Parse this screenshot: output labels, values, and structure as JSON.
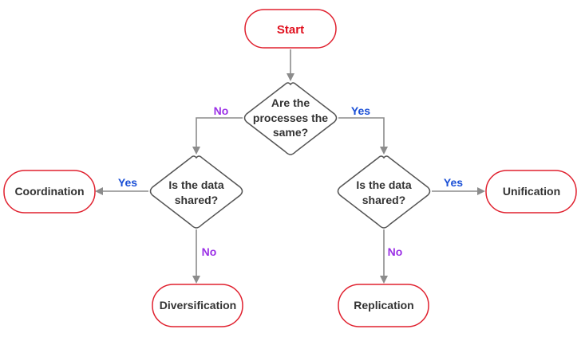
{
  "colors": {
    "terminal_border": "#e0202e",
    "start_text": "#e0101e",
    "decision_border": "#555555",
    "edge": "#8c8c8c",
    "yes_label": "#1a4fd6",
    "no_label": "#9b30e6",
    "node_text": "#333333"
  },
  "nodes": {
    "start": "Start",
    "decision_same": [
      "Are the",
      "processes the",
      "same?"
    ],
    "decision_left": [
      "Is the data",
      "shared?"
    ],
    "decision_right": [
      "Is the data",
      "shared?"
    ],
    "coordination": "Coordination",
    "diversification": "Diversification",
    "replication": "Replication",
    "unification": "Unification"
  },
  "edge_labels": {
    "same_no": "No",
    "same_yes": "Yes",
    "left_yes": "Yes",
    "left_no": "No",
    "right_yes": "Yes",
    "right_no": "No"
  }
}
